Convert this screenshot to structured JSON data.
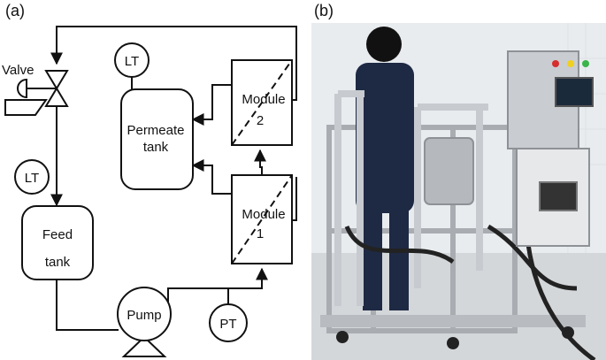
{
  "panels": {
    "a": "(a)",
    "b": "(b)"
  },
  "labels": {
    "valve": "Valve",
    "lt_permeate": "LT",
    "lt_feed": "LT",
    "permeate_tank_l1": "Permeate",
    "permeate_tank_l2": "tank",
    "feed_tank_l1": "Feed",
    "feed_tank_l2": "tank",
    "module2_l1": "Module",
    "module2_l2": "2",
    "module1_l1": "Module",
    "module1_l2": "1",
    "pump": "Pump",
    "pt": "PT"
  },
  "photo": {
    "description_icon": "photo-icon",
    "colors": {
      "wall": "#e9ecef",
      "floor": "#d4d7da",
      "frame": "#b8bcc0",
      "cabinet": "#c9ccd0",
      "cabinet_dark": "#8e9196",
      "screen": "#1b2a3a",
      "worker": "#1e2a44"
    },
    "indicator_colors": [
      "#d62d2d",
      "#f0d020",
      "#39b54a"
    ]
  }
}
